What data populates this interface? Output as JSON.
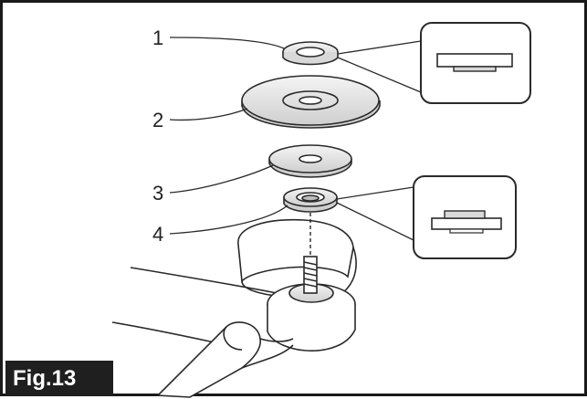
{
  "figure": {
    "label": "Fig.13",
    "callouts": [
      "1",
      "2",
      "3",
      "4"
    ]
  },
  "colors": {
    "line": "#2a2a2a",
    "shade": "#d8d8d8",
    "label_bg": "#1f1f1f",
    "label_text": "#ffffff"
  }
}
